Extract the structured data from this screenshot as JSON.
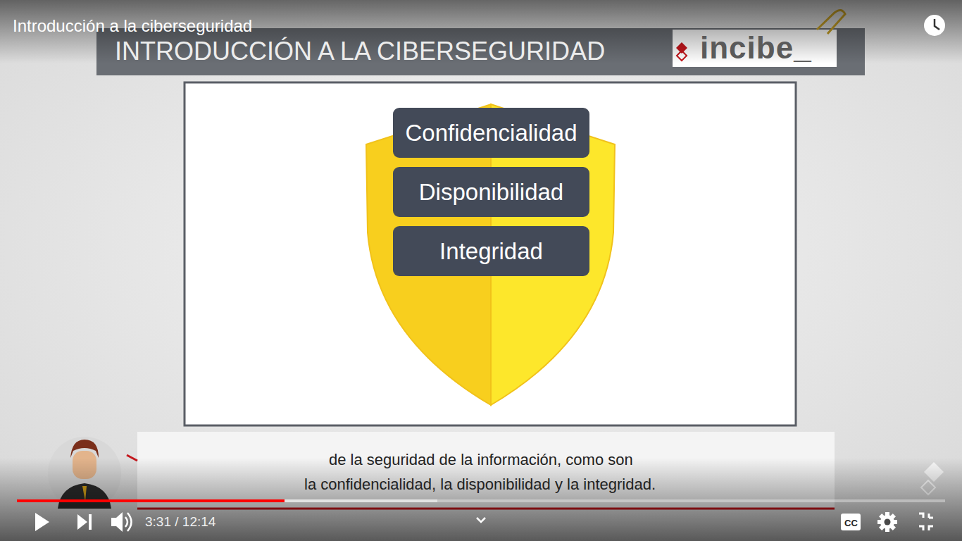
{
  "diagram": {
    "title": "INTRODUCCIÓN A LA CIBERSEGURIDAD",
    "nodes": [
      {
        "text": [
          "Confidencialidad"
        ]
      },
      {
        "text": [
          "Disponibilidad"
        ]
      },
      {
        "text": [
          "Integridad"
        ]
      }
    ],
    "labels": [
      "Introducción a la ciberseguridad",
      "incibe_",
      "de la seguridad de la información, como son",
      "la confidencialidad, la disponibilidad y la integridad.",
      "3:31 / 12:14",
      "CC"
    ]
  }
}
